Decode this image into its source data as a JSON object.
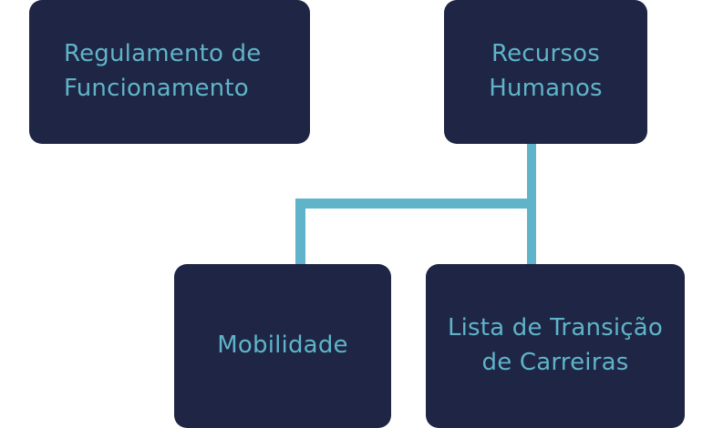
{
  "diagram": {
    "nodes": {
      "regulamento": {
        "line1": "Regulamento de",
        "line2": "Funcionamento"
      },
      "recursos_humanos": {
        "line1": "Recursos",
        "line2": "Humanos"
      },
      "mobilidade": {
        "line1": "Mobilidade"
      },
      "lista": {
        "line1": "Lista de Transição",
        "line2": "de Carreiras"
      }
    },
    "colors": {
      "node_fill": "#1f2544",
      "text": "#5fb4c9",
      "connector": "#5fb4c9",
      "background": "#ffffff"
    }
  }
}
